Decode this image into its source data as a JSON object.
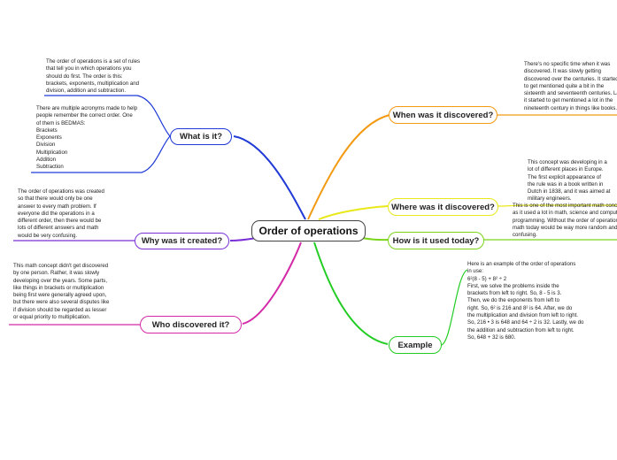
{
  "central": {
    "label": "Order of operations"
  },
  "branches": {
    "what": {
      "label": "What is it?",
      "color": "#1f3ad6",
      "notes": [
        [
          "The order of operations is a set of rules",
          "that tell you in which operations you",
          "should do first. The order is this:",
          "brackets, exponents, multiplication and",
          "division, addition and subtraction."
        ],
        [
          "There are multiple acronyms made to help",
          "people remember the correct order. One",
          "of them is BEDMAS:",
          "Brackets",
          "Exponents",
          "Division",
          "Multiplication",
          "Addition",
          "Subtraction"
        ]
      ]
    },
    "why": {
      "label": "Why was it created?",
      "color": "#7a2fd6",
      "notes": [
        [
          "The order of operations was created",
          "so that there would only be one",
          "answer to every math problem. If",
          "everyone did the operations in a",
          "different order, then there would be",
          "lots of different answers and math",
          "would be very confusing."
        ]
      ]
    },
    "who": {
      "label": "Who discovered it?",
      "color": "#d42aa8",
      "notes": [
        [
          "This math concept didn't get discovered",
          "by one person. Rather, it was slowly",
          "developing over the years. Some parts,",
          "like things in brackets or multiplication",
          "being first were generally agreed upon,",
          "but there were also several disputes like",
          "if division should be regarded as lesser",
          "or equal priority to multiplication."
        ]
      ]
    },
    "when": {
      "label": "When was it discovered?",
      "color": "#f39a12",
      "notes": [
        [
          "There's no specific time when it was",
          "discovered.  It was slowly getting",
          "discovered over the centuries. It started",
          "to get mentioned quite a bit in the",
          "sixteenth and seventeenth centuries. Later,",
          "it started to get mentioned a lot in the",
          "nineteenth century in things like books."
        ]
      ]
    },
    "where": {
      "label": "Where was it discovered?",
      "color": "#e8e81a",
      "notes": [
        [
          "This concept was developing in a",
          "lot of different places in Europe.",
          "The first explicit appearance of",
          "the rule was in a book written in",
          "Dutch in 1838, and it was aimed at",
          "military engineers."
        ]
      ]
    },
    "use": {
      "label": "How is it used today?",
      "color": "#7ad41a",
      "notes": [
        [
          "This is one of the most important math concepts",
          "as it used a lot in math, science and computer",
          "programming. Without the order of operations,",
          "math today would be way more random and",
          "confusing."
        ]
      ]
    },
    "example": {
      "label": "Example",
      "color": "#22cc22",
      "notes": [
        [
          "Here is an example of the order of operations",
          "in use:",
          "6²(8 - 5) + 8² ÷ 2",
          "First, we solve the problems inside the",
          "brackets from left to right. So, 8 - 5 is 3.",
          "Then, we do the exponents from left to",
          "right. So, 6² is 216 and 8² is 64. After, we do",
          "the multiplication and division from left to right.",
          "So, 216 • 3 is 648 and 64 ÷ 2 is 32. Lastly, we do",
          "the addition and subtraction from left to right.",
          "So, 648 + 32 is 680."
        ]
      ]
    }
  }
}
